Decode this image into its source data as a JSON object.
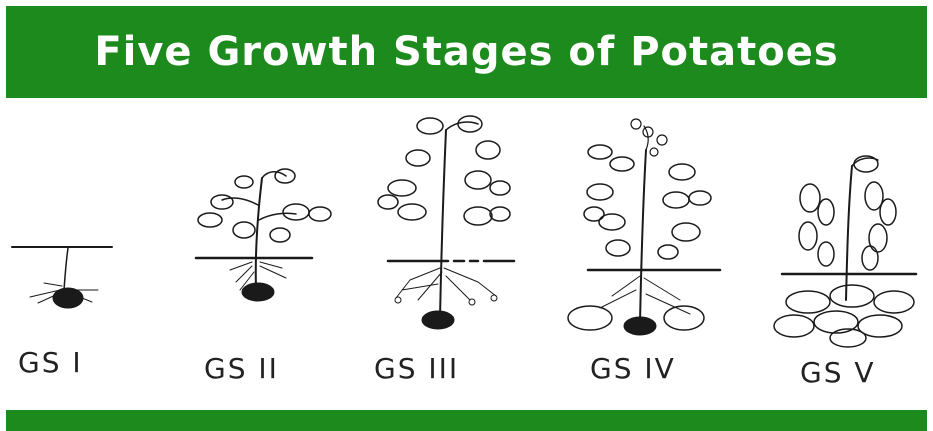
{
  "title": "Five Growth Stages of Potatoes",
  "colors": {
    "banner": "#1d8a1d",
    "banner_text": "#ffffff",
    "ink": "#1a1a1a"
  },
  "stages": [
    {
      "label": "GS I"
    },
    {
      "label": "GS II"
    },
    {
      "label": "GS III"
    },
    {
      "label": "GS IV"
    },
    {
      "label": "GS V"
    }
  ]
}
